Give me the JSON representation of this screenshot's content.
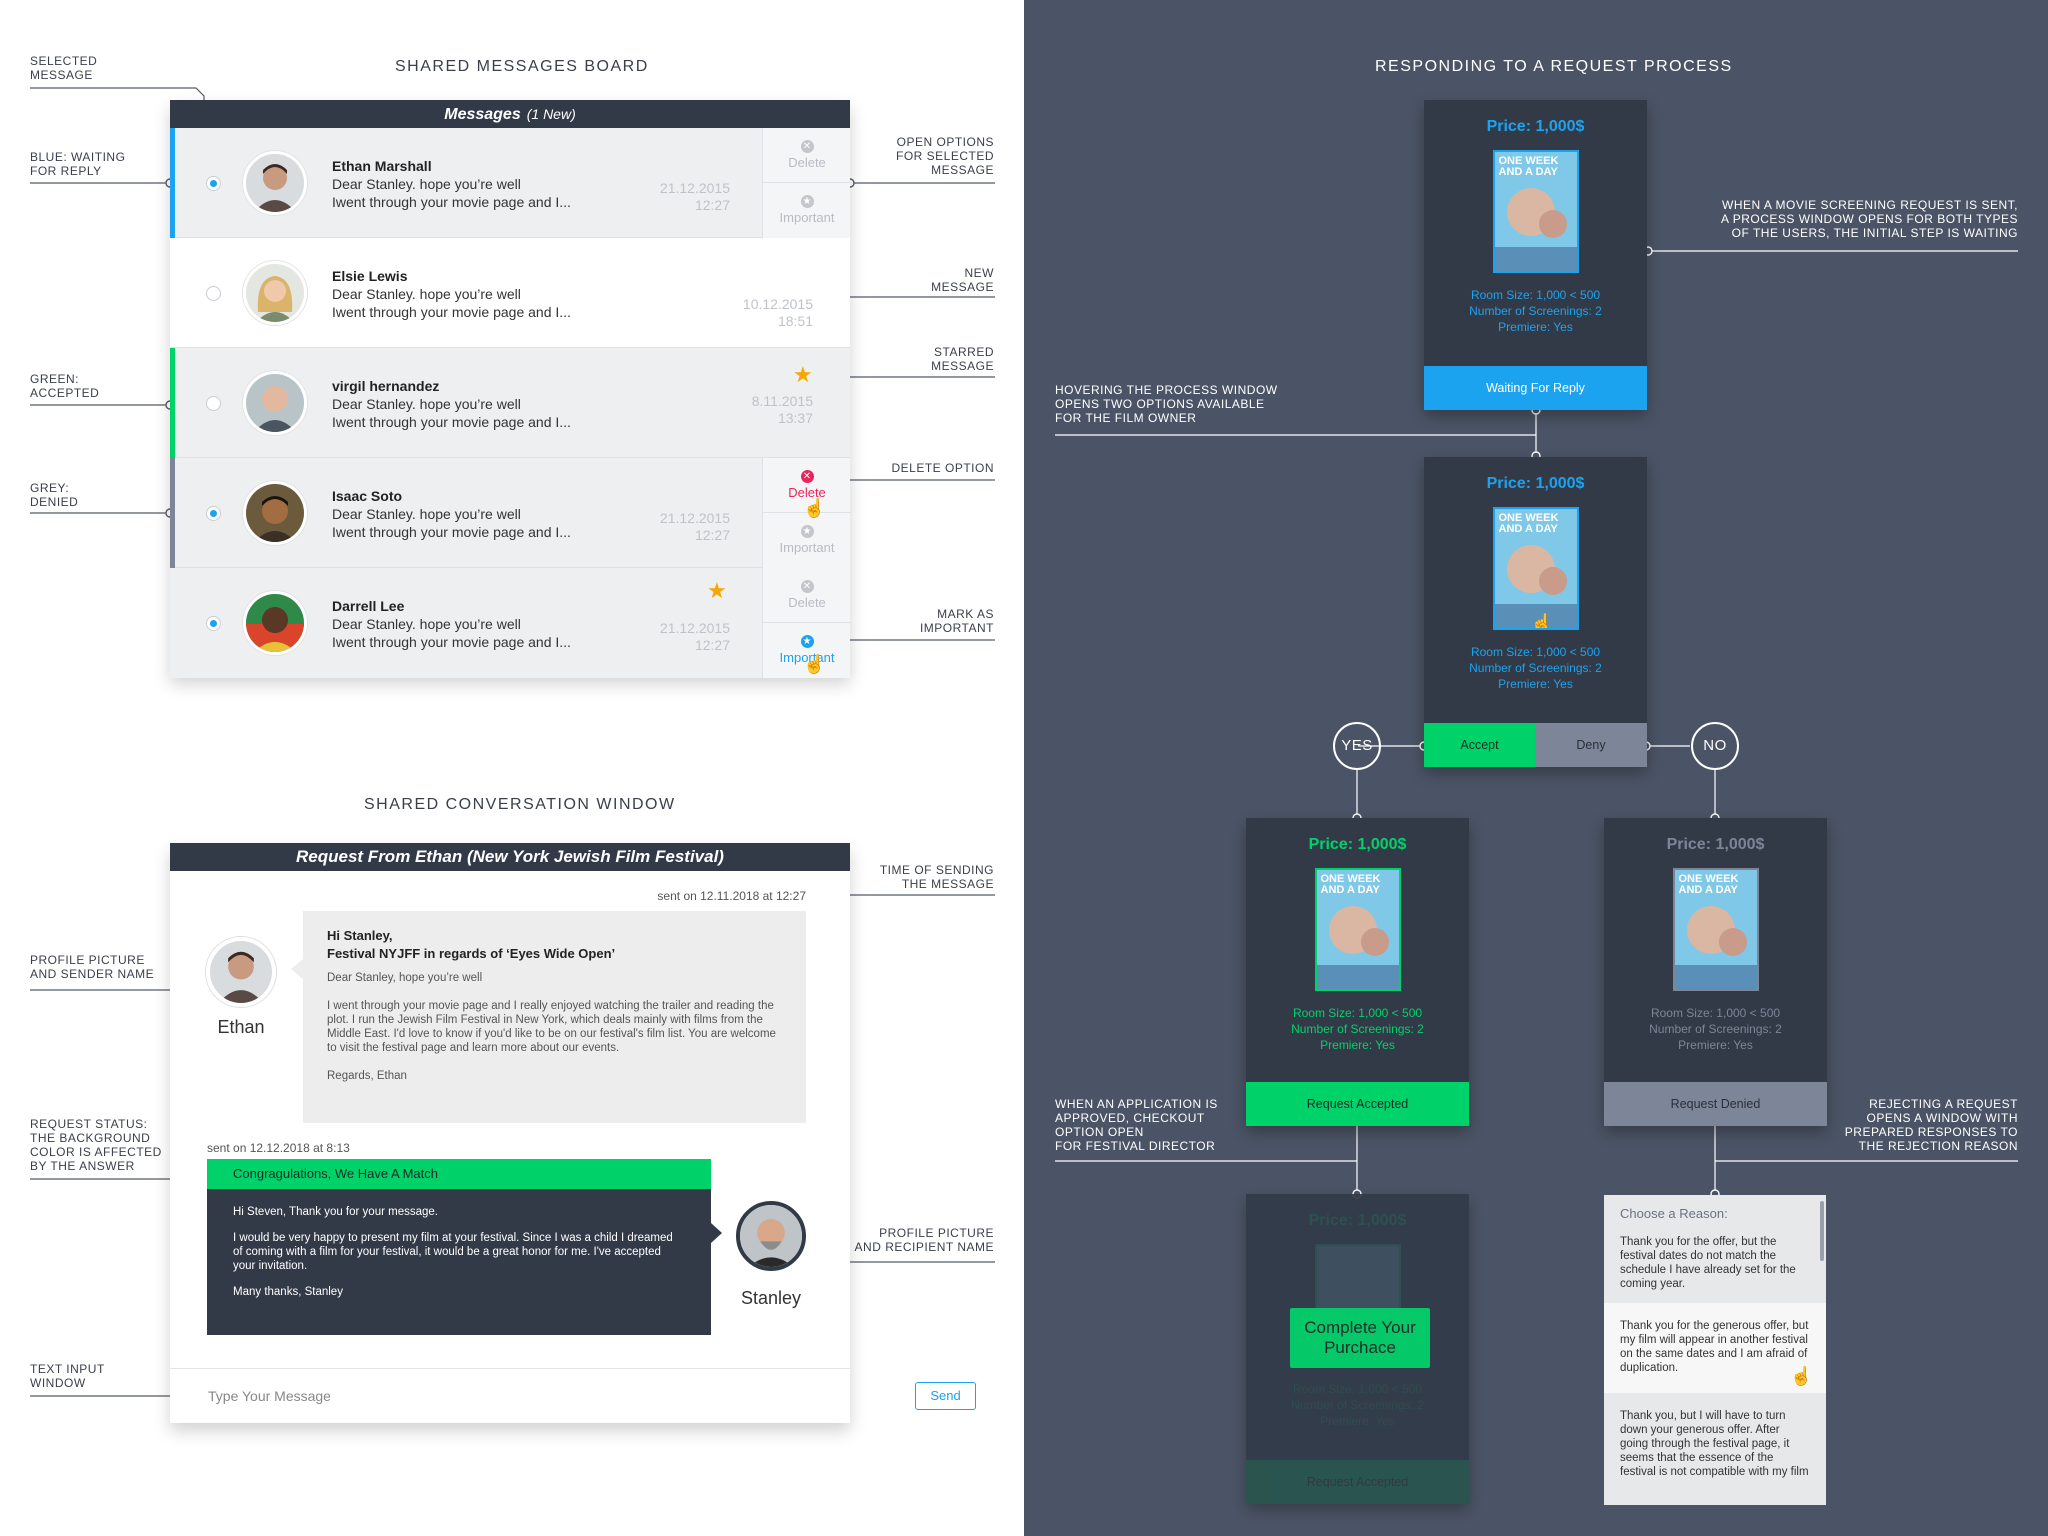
{
  "sections": {
    "board_title": "SHARED MESSAGES BOARD",
    "conversation_title": "SHARED CONVERSATION WINDOW",
    "process_title": "RESPONDING TO A REQUEST PROCESS"
  },
  "board": {
    "header_title": "Messages",
    "header_sub": "(1 New)",
    "messages": [
      {
        "name": "Ethan Marshall",
        "line1": "Dear Stanley. hope you’re well",
        "line2": "Iwent through your movie page and I...",
        "date": "21.12.2015",
        "time": "12:27",
        "status_color": "#1ca3ef",
        "selected": true
      },
      {
        "name": "Elsie Lewis",
        "line1": "Dear Stanley. hope you’re well",
        "line2": "Iwent through your movie page and I...",
        "date": "10.12.2015",
        "time": "18:51",
        "status_color": "",
        "selected": false
      },
      {
        "name": "virgil hernandez",
        "line1": "Dear Stanley. hope you’re well",
        "line2": "Iwent through your movie page and I...",
        "date": "8.11.2015",
        "time": "13:37",
        "status_color": "#00d26a",
        "selected": false,
        "starred": true
      },
      {
        "name": "Isaac Soto",
        "line1": "Dear Stanley. hope you’re well",
        "line2": "Iwent through your movie page and I...",
        "date": "21.12.2015",
        "time": "12:27",
        "status_color": "#7d8598",
        "selected": true
      },
      {
        "name": "Darrell Lee",
        "line1": "Dear Stanley. hope you’re well",
        "line2": "Iwent through your movie page and I...",
        "date": "21.12.2015",
        "time": "12:27",
        "status_color": "",
        "selected": true,
        "starred": true
      }
    ],
    "delete_label": "Delete",
    "important_label": "Important",
    "delete_icon": "close-icon",
    "important_icon": "star-icon"
  },
  "board_notes": {
    "selected": "SELECTED\nMESSAGE",
    "blue": "BLUE: WAITING\nFOR REPLY",
    "green": "GREEN:\nACCEPTED",
    "grey": "GREY:\nDENIED",
    "open_options": "OPEN OPTIONS\nFOR SELECTED\nMESSAGE",
    "new_message": "NEW\nMESSAGE",
    "starred": "STARRED\nMESSAGE",
    "delete_option": "DELETE OPTION",
    "mark_important": "MARK AS\nIMPORTANT"
  },
  "conversation": {
    "header": "Request From Ethan (New York Jewish Film Festival)",
    "sent1": "sent on 12.11.2018 at 12:27",
    "sender_name": "Ethan",
    "msg_greeting": "Hi Stanley,",
    "msg_subject": "Festival NYJFF in regards of ‘Eyes Wide Open’",
    "msg_line1": "Dear Stanley, hope you’re well",
    "msg_body": "I went through your movie page and I really enjoyed watching the trailer and reading the plot. I run the Jewish Film Festival in New York, which deals mainly with films from the Middle East. I'd love to know if you'd like to be on our festival's film list. You are welcome to visit the festival page and learn more about our events.",
    "msg_sign": "Regards, Ethan",
    "sent2": "sent on 12.12.2018 at 8:13",
    "status_bar": "Congragulations, We Have A Match",
    "reply_line1": "Hi Steven, Thank you for your message.",
    "reply_body": "I would be very happy to present my film at your festival. Since I was a child I dreamed of coming with a film for your festival, it would be a great honor for me. I've accepted your invitation.",
    "reply_sign": "Many thanks, Stanley",
    "recipient_name": "Stanley",
    "input_placeholder": "Type Your Message",
    "send_label": "Send"
  },
  "conversation_notes": {
    "time": "TIME OF SENDING\nTHE MESSAGE",
    "profile_sender": "PROFILE PICTURE\nAND SENDER NAME",
    "request_status": "REQUEST STATUS:\nTHE BACKGROUND\nCOLOR IS AFFECTED\nBY THE ANSWER",
    "profile_recipient": "PROFILE PICTURE\nAND RECIPIENT NAME",
    "text_input": "TEXT INPUT\nWINDOW"
  },
  "process": {
    "price": "Price: 1,000$",
    "room_size": "Room Size: 1,000 < 500",
    "screenings": "Number of Screenings: 2",
    "premiere": "Premiere: Yes",
    "poster_title": "ONE WEEK AND A DAY",
    "waiting": "Waiting For Reply",
    "accept": "Accept",
    "deny": "Deny",
    "yes": "YES",
    "no": "NO",
    "accepted": "Request Accepted",
    "denied": "Request Denied",
    "purchase": "Complete Your Purchace",
    "reason_title": "Choose a Reason:",
    "reasons": [
      "Thank you for the offer, but the festival dates do not match the schedule I have already set for the coming year.",
      "Thank you for the generous offer, but my film will appear in another festival on the same dates and I am afraid of duplication.",
      "Thank you, but I will have to turn down your generous offer. After going through the festival page, it seems that the essence of the festival is not compatible with my film"
    ],
    "colors": {
      "blue": "#1ca3ef",
      "green": "#00d26a",
      "grey": "#7d8598"
    }
  },
  "process_notes": {
    "initial": "WHEN A MOVIE SCREENING REQUEST IS SENT,\nA PROCESS WINDOW OPENS FOR BOTH TYPES\nOF THE USERS, THE INITIAL STEP IS WAITING",
    "hover": "HOVERING THE PROCESS WINDOW\nOPENS TWO OPTIONS AVAILABLE\nFOR THE FILM OWNER",
    "approved": "WHEN AN APPLICATION IS\nAPPROVED, CHECKOUT\nOPTION OPEN\nFOR FESTIVAL DIRECTOR",
    "rejecting": "REJECTING A REQUEST\nOPENS A WINDOW WITH\nPREPARED RESPONSES TO\nTHE REJECTION REASON"
  }
}
